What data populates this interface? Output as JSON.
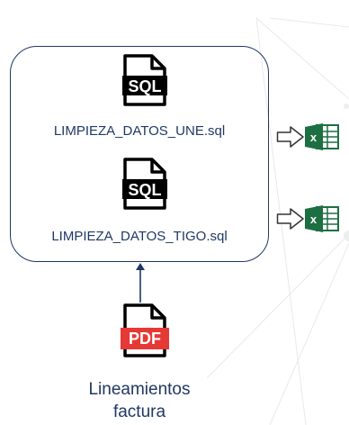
{
  "colors": {
    "accent": "#1f3864",
    "pdf_red": "#e53935",
    "excel_green": "#1d6f42",
    "icon_black": "#000000"
  },
  "files": [
    {
      "icon": "sql-file-icon",
      "icon_text": "SQL",
      "label": "LIMPIEZA_DATOS_UNE.sql",
      "output_icon": "excel-icon"
    },
    {
      "icon": "sql-file-icon",
      "icon_text": "SQL",
      "label": "LIMPIEZA_DATOS_TIGO.sql",
      "output_icon": "excel-icon"
    }
  ],
  "source": {
    "icon": "pdf-file-icon",
    "icon_text": "PDF",
    "label_line1": "Lineamientos",
    "label_line2": "factura"
  },
  "excel_letter": "x"
}
